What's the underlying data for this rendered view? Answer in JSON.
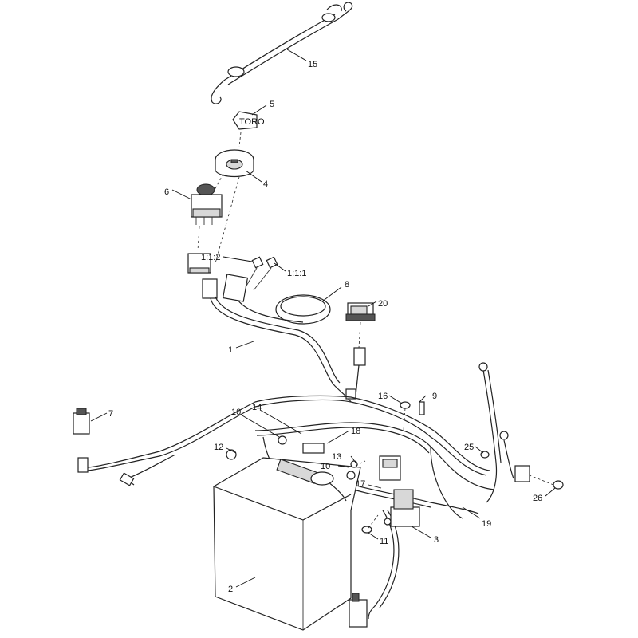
{
  "diagram": {
    "callouts": {
      "c1": "1",
      "c2": "2",
      "c3": "3",
      "c4": "4",
      "c5": "5",
      "c6": "6",
      "c7": "7",
      "c8": "8",
      "c9": "9",
      "c10a": "10",
      "c10b": "10",
      "c11": "11",
      "c12": "12",
      "c13": "13",
      "c14": "14",
      "c15": "15",
      "c16": "16",
      "c17": "17",
      "c18": "18",
      "c19": "19",
      "c20": "20",
      "c25": "25",
      "c26": "26",
      "c112": "1:1:2",
      "c111": "1:1:1"
    },
    "key_text": "TORO"
  }
}
